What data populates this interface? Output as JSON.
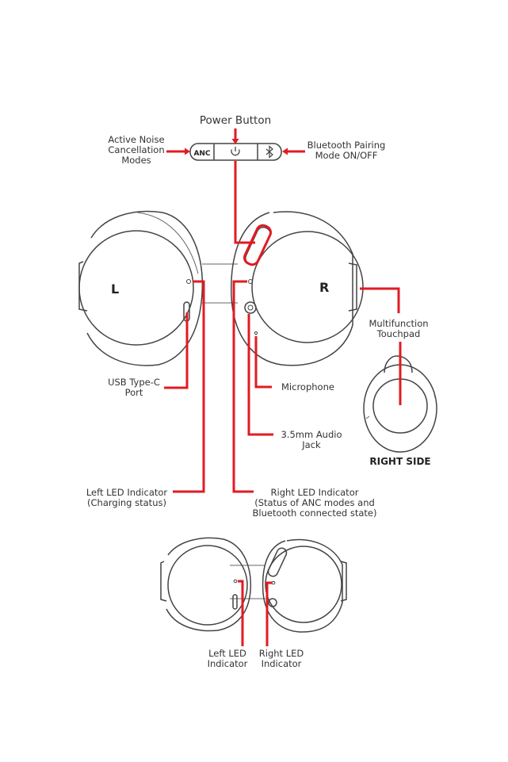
{
  "colors": {
    "callout": "#e11b22",
    "ink": "#444444",
    "background": "#ffffff"
  },
  "control_strip": {
    "anc_label": "ANC",
    "power_icon": "power-icon",
    "bluetooth_icon": "bluetooth-icon"
  },
  "labels": {
    "power_button": "Power Button",
    "anc_modes": [
      "Active Noise",
      "Cancellation",
      "Modes"
    ],
    "bt_pairing": [
      "Bluetooth Pairing",
      "Mode ON/OFF"
    ],
    "left_cup": "L",
    "right_cup": "R",
    "multifunction": [
      "Multifunction",
      "Touchpad"
    ],
    "usb": [
      "USB Type-C",
      "Port"
    ],
    "microphone": "Microphone",
    "audio_jack": [
      "3.5mm Audio",
      "Jack"
    ],
    "right_side": "RIGHT SIDE",
    "left_led": [
      "Left LED Indicator",
      "(Charging status)"
    ],
    "right_led": [
      "Right LED Indicator",
      "(Status of ANC modes and",
      "Bluetooth connected state)"
    ],
    "left_led_small": [
      "Left LED",
      "Indicator"
    ],
    "right_led_small": [
      "Right LED",
      "Indicator"
    ]
  }
}
